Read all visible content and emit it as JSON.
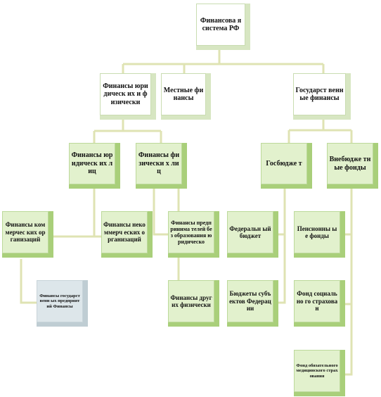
{
  "diagram": {
    "root": "Финансова я система РФ",
    "level1": {
      "legal_physical": "Финансы юридическ их и физически",
      "local": "Местные финансы",
      "state": "Государст венные финансы"
    },
    "level2": {
      "legal_entities": "Финансы юридическ их лиц",
      "individuals": "Финансы физически х лиц",
      "gosbudget": "Госбюдже т",
      "offbudget_funds": "Внебюдже тные фонды"
    },
    "level3": {
      "commercial": "Финансы коммерчес ких организаций",
      "noncommercial": "Финансы некоммерч еских организаций",
      "entrepreneurs": "Финансы предпринима телей без образования юридическо",
      "other_individuals": "Финансы других физически",
      "federal_budget": "Федеральн ый бюджет",
      "subjects_budgets": "Бюджеты субъектов Федерации",
      "pension_fund": "Пенсионны ые фонды",
      "social_fund": "Фонд социально го страхован",
      "medical_fund": "Фонд обязательного медицинского страхования"
    },
    "level4": {
      "state_enterprises": "Финансы государственн ых предприятий Финансы"
    }
  }
}
